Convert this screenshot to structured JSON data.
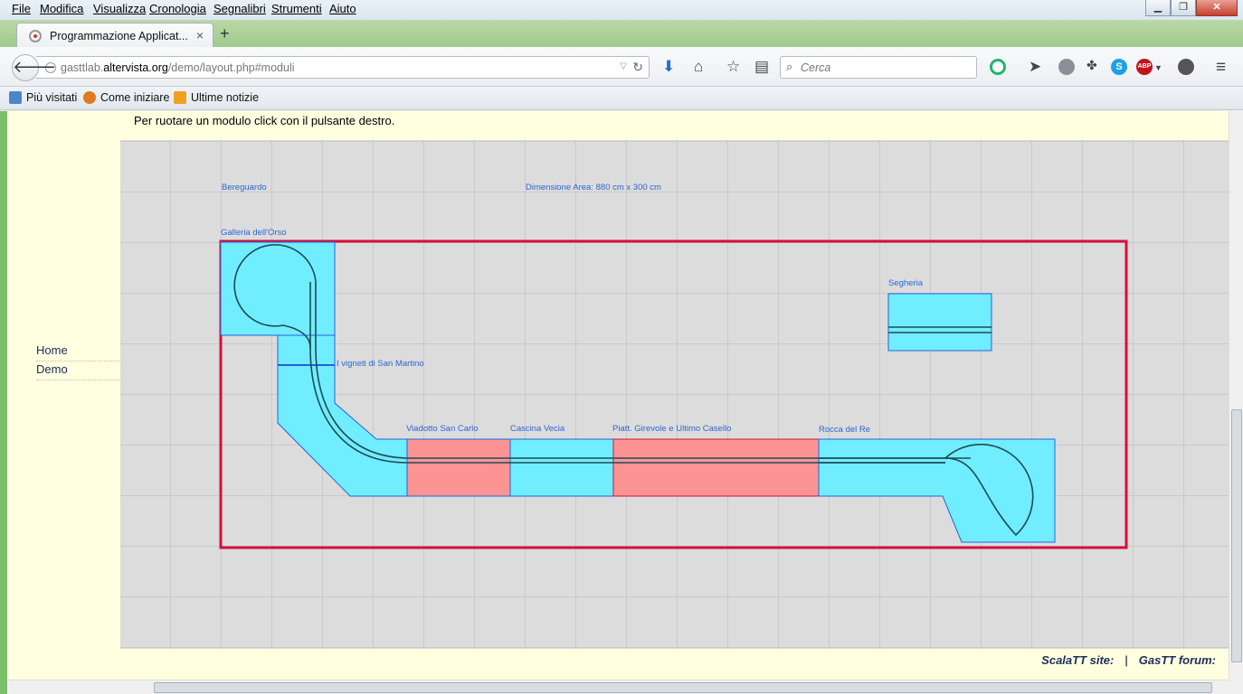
{
  "menu": [
    "File",
    "Modifica",
    "Visualizza",
    "Cronologia",
    "Segnalibri",
    "Strumenti",
    "Aiuto"
  ],
  "tab": {
    "title": "Programmazione Applicat...",
    "close": "×",
    "new": "+"
  },
  "nav": {
    "url_prefix": "gasttlab.",
    "url_host": "altervista.org",
    "url_path": "/demo/layout.php#moduli",
    "search_placeholder": "Cerca"
  },
  "bookmarks": [
    "Più visitati",
    "Come iniziare",
    "Ultime notizie"
  ],
  "page": {
    "instructions": "Per ruotare un modulo click con il pulsante destro.",
    "nav_links": [
      "Home",
      "Demo"
    ],
    "footer": {
      "site": "ScalaTT site:",
      "sep": "|",
      "forum": "GasTT forum:"
    }
  },
  "layout": {
    "area_label": "Dimensione Area: 880 cm x 300 cm",
    "area_width_cm": 880,
    "area_height_cm": 300,
    "modules": [
      {
        "name": "Bereguardo",
        "color": "#70eeff"
      },
      {
        "name": "Galleria dell'Orso",
        "color": "#70eeff"
      },
      {
        "name": "I vigneti di San Martino",
        "color": "#70eeff"
      },
      {
        "name": "Viadotto San Carlo",
        "color": "#fc9494"
      },
      {
        "name": "Cascina Vecia",
        "color": "#70eeff"
      },
      {
        "name": "Piatt. Girevole e Ultimo Casello",
        "color": "#fc9494"
      },
      {
        "name": "Rocca del Re",
        "color": "#70eeff"
      },
      {
        "name": "Segheria",
        "color": "#70eeff"
      }
    ],
    "colors": {
      "area_border": "#d4103a",
      "label": "#2b67d6",
      "track": "#1e4a55",
      "module_edge": "#2760e0"
    }
  }
}
